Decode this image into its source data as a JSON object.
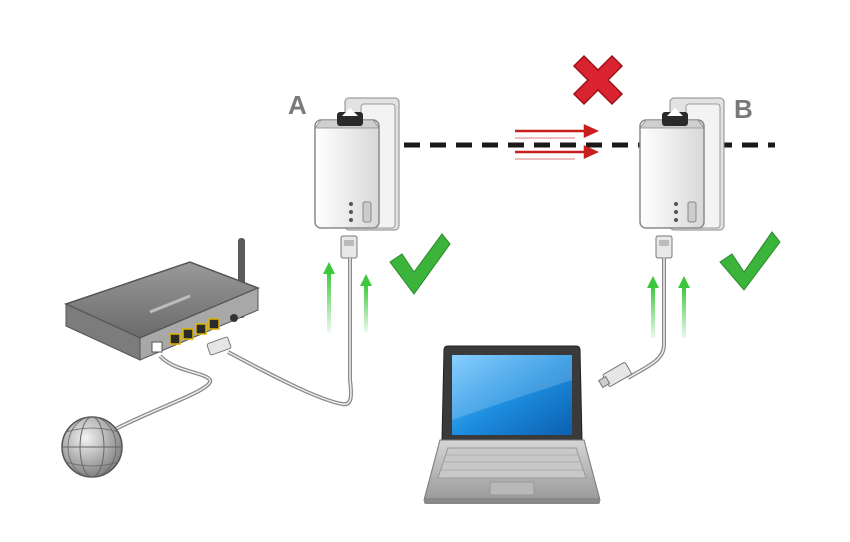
{
  "labels": {
    "adapter_a": "A",
    "adapter_b": "B"
  },
  "colors": {
    "background": "#ffffff",
    "powerline_dash": "#1a1a1a",
    "data_arrow": "#c81e1e",
    "uplink_arrow": "#3cc83c",
    "check": "#3cb43c",
    "cross": "#d9232e",
    "cable": "#8a8a8a",
    "screen": "#1e8fe0",
    "label": "#7a7a7a"
  },
  "status": {
    "adapter_a_connection": "ok",
    "adapter_b_connection": "ok",
    "powerline_link": "failed"
  },
  "icons": {
    "router": "router-icon",
    "globe": "internet-globe-icon",
    "laptop": "laptop-icon",
    "adapter": "powerline-adapter-icon",
    "check": "checkmark-icon",
    "cross": "cross-icon"
  }
}
